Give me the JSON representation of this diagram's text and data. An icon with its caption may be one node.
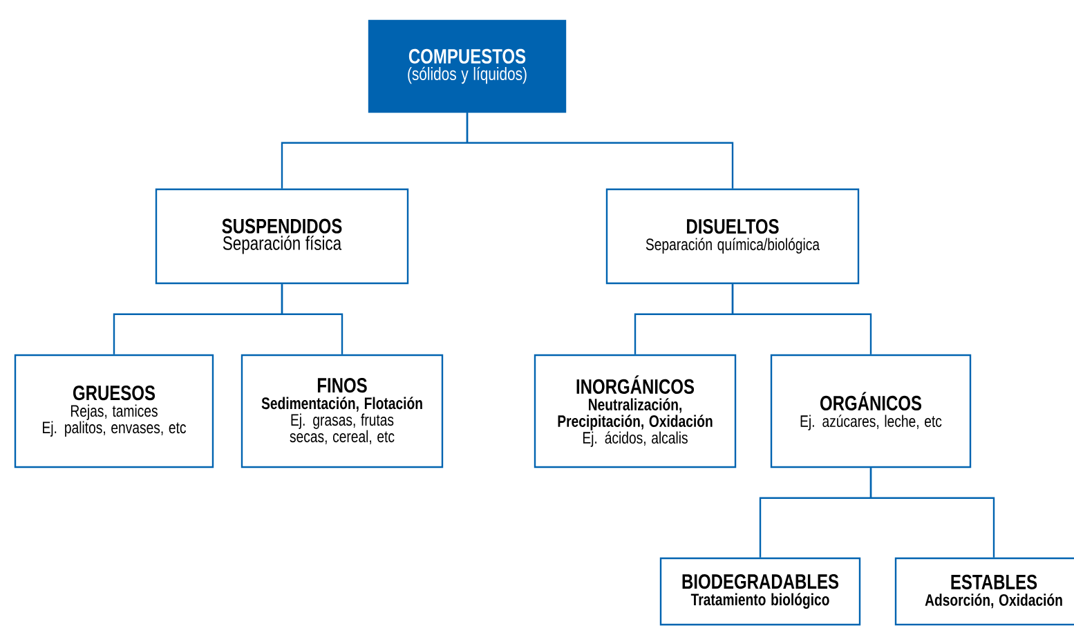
{
  "diagram": {
    "nodes": [
      {
        "text": [
          "COMPUESTOS",
          "(sólidos y líquidos)"
        ]
      },
      {
        "text": [
          "SUSPENDIDOS",
          "Separación física"
        ]
      },
      {
        "text": [
          "DISUELTOS",
          "Separación química/biológica"
        ]
      },
      {
        "text": [
          "GRUESOS",
          "Rejas, tamices",
          "Ej. palitos, envases, etc"
        ]
      },
      {
        "text": [
          "FINOS",
          "Sedimentación, Flotación",
          "Ej. grasas, frutas secas, cereal, etc"
        ]
      },
      {
        "text": [
          "INORGÁNICOS",
          "Neutralización, Precipitación, Oxidación",
          "Ej. ácidos, alcalis"
        ]
      },
      {
        "text": [
          "ORGÁNICOS",
          "Ej. azúcares, leche, etc"
        ]
      },
      {
        "text": [
          "BIODEGRADABLES",
          "Tratamiento biológico"
        ]
      },
      {
        "text": [
          "ESTABLES",
          "Adsorción, Oxidación"
        ]
      }
    ],
    "edges": [
      {
        "from": 0,
        "to": 1,
        "arrow": "none"
      },
      {
        "from": 0,
        "to": 2,
        "arrow": "none"
      },
      {
        "from": 1,
        "to": 3,
        "arrow": "none"
      },
      {
        "from": 1,
        "to": 4,
        "arrow": "none"
      },
      {
        "from": 2,
        "to": 5,
        "arrow": "none"
      },
      {
        "from": 2,
        "to": 6,
        "arrow": "none"
      },
      {
        "from": 6,
        "to": 7,
        "arrow": "none"
      },
      {
        "from": 6,
        "to": 8,
        "arrow": "none"
      }
    ]
  }
}
